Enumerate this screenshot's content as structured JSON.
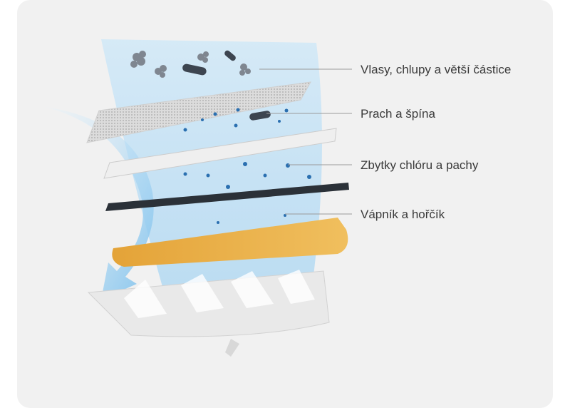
{
  "labels": [
    {
      "id": "hair",
      "text": "Vlasy, chlupy a větší částice"
    },
    {
      "id": "dust",
      "text": "Prach a špína"
    },
    {
      "id": "chlorine",
      "text": "Zbytky chlóru a pachy"
    },
    {
      "id": "minerals",
      "text": "Vápník a hořčík"
    }
  ],
  "colors": {
    "background": "#f1f1f1",
    "water_stream": "#bfe0f5",
    "mesh_layer": "#e2e2e2",
    "cotton_layer": "#efefef",
    "carbon_layer": "#2b3138",
    "resin_layer": "#e9b24a",
    "base_tray": "#e9e9e9",
    "particles": "#2a6fb0",
    "leader_lines": "#9a9a9a",
    "label_text": "#3a3a3a"
  },
  "icons": [
    "particle-cluster-icon",
    "bacteria-icon",
    "flow-arrow-icon"
  ]
}
